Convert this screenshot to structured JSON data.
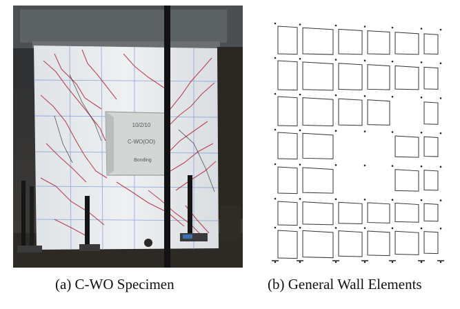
{
  "captions": {
    "a": "(a) C-WO Specimen",
    "b": "(b) General Wall Elements"
  },
  "photo": {
    "wall_text": [
      "10/2/10",
      "C-WO(OO)",
      "Bonding"
    ]
  },
  "mesh": {
    "rows": 7,
    "cols": 6,
    "missing_cells": [
      [
        3,
        2
      ],
      [
        3,
        3
      ],
      [
        4,
        2
      ],
      [
        4,
        3
      ],
      [
        2,
        4
      ]
    ]
  },
  "colors": {
    "wall": "#e9ecef",
    "crack": "#b3263a",
    "frame": "#3a3f44",
    "mesh_stroke": "#333333"
  }
}
